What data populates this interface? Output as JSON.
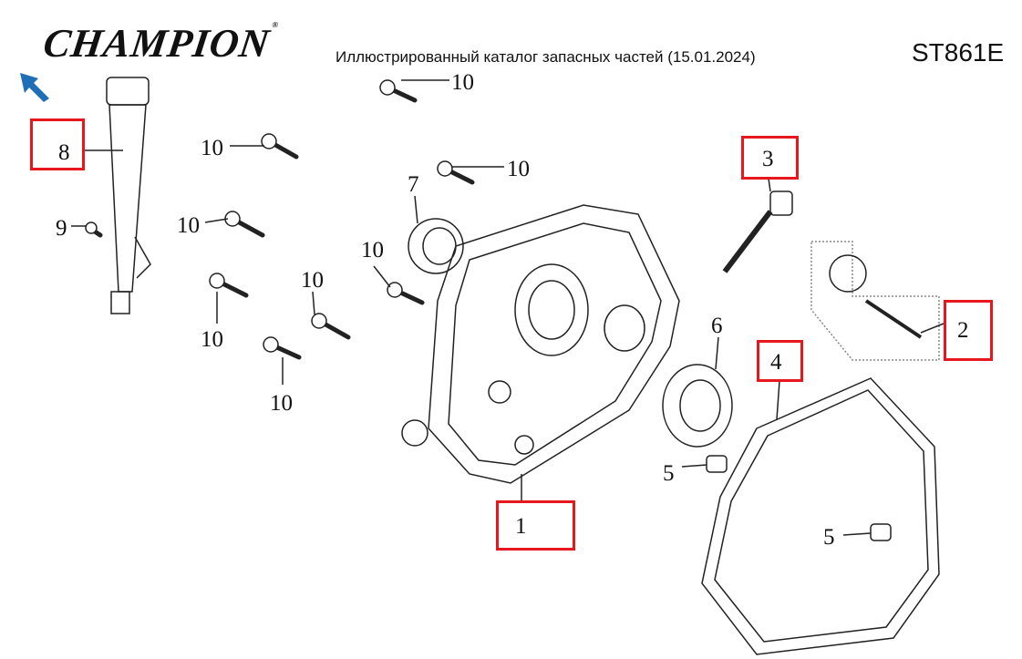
{
  "header": {
    "brand": "CHAMPION",
    "title": "Иллюстрированный каталог запасных частей (15.01.2024)",
    "model": "ST861E"
  },
  "hotspots": [
    {
      "part": "8"
    },
    {
      "part": "3"
    },
    {
      "part": "2"
    },
    {
      "part": "4"
    },
    {
      "part": "1"
    }
  ],
  "labels": [
    "10",
    "10",
    "10",
    "7",
    "10",
    "9",
    "10",
    "10",
    "10",
    "10",
    "6",
    "5",
    "5",
    "8",
    "3",
    "2",
    "4",
    "1"
  ],
  "colors": {
    "hotspot": "#e8161d",
    "back_arrow": "#1e6fb5"
  }
}
